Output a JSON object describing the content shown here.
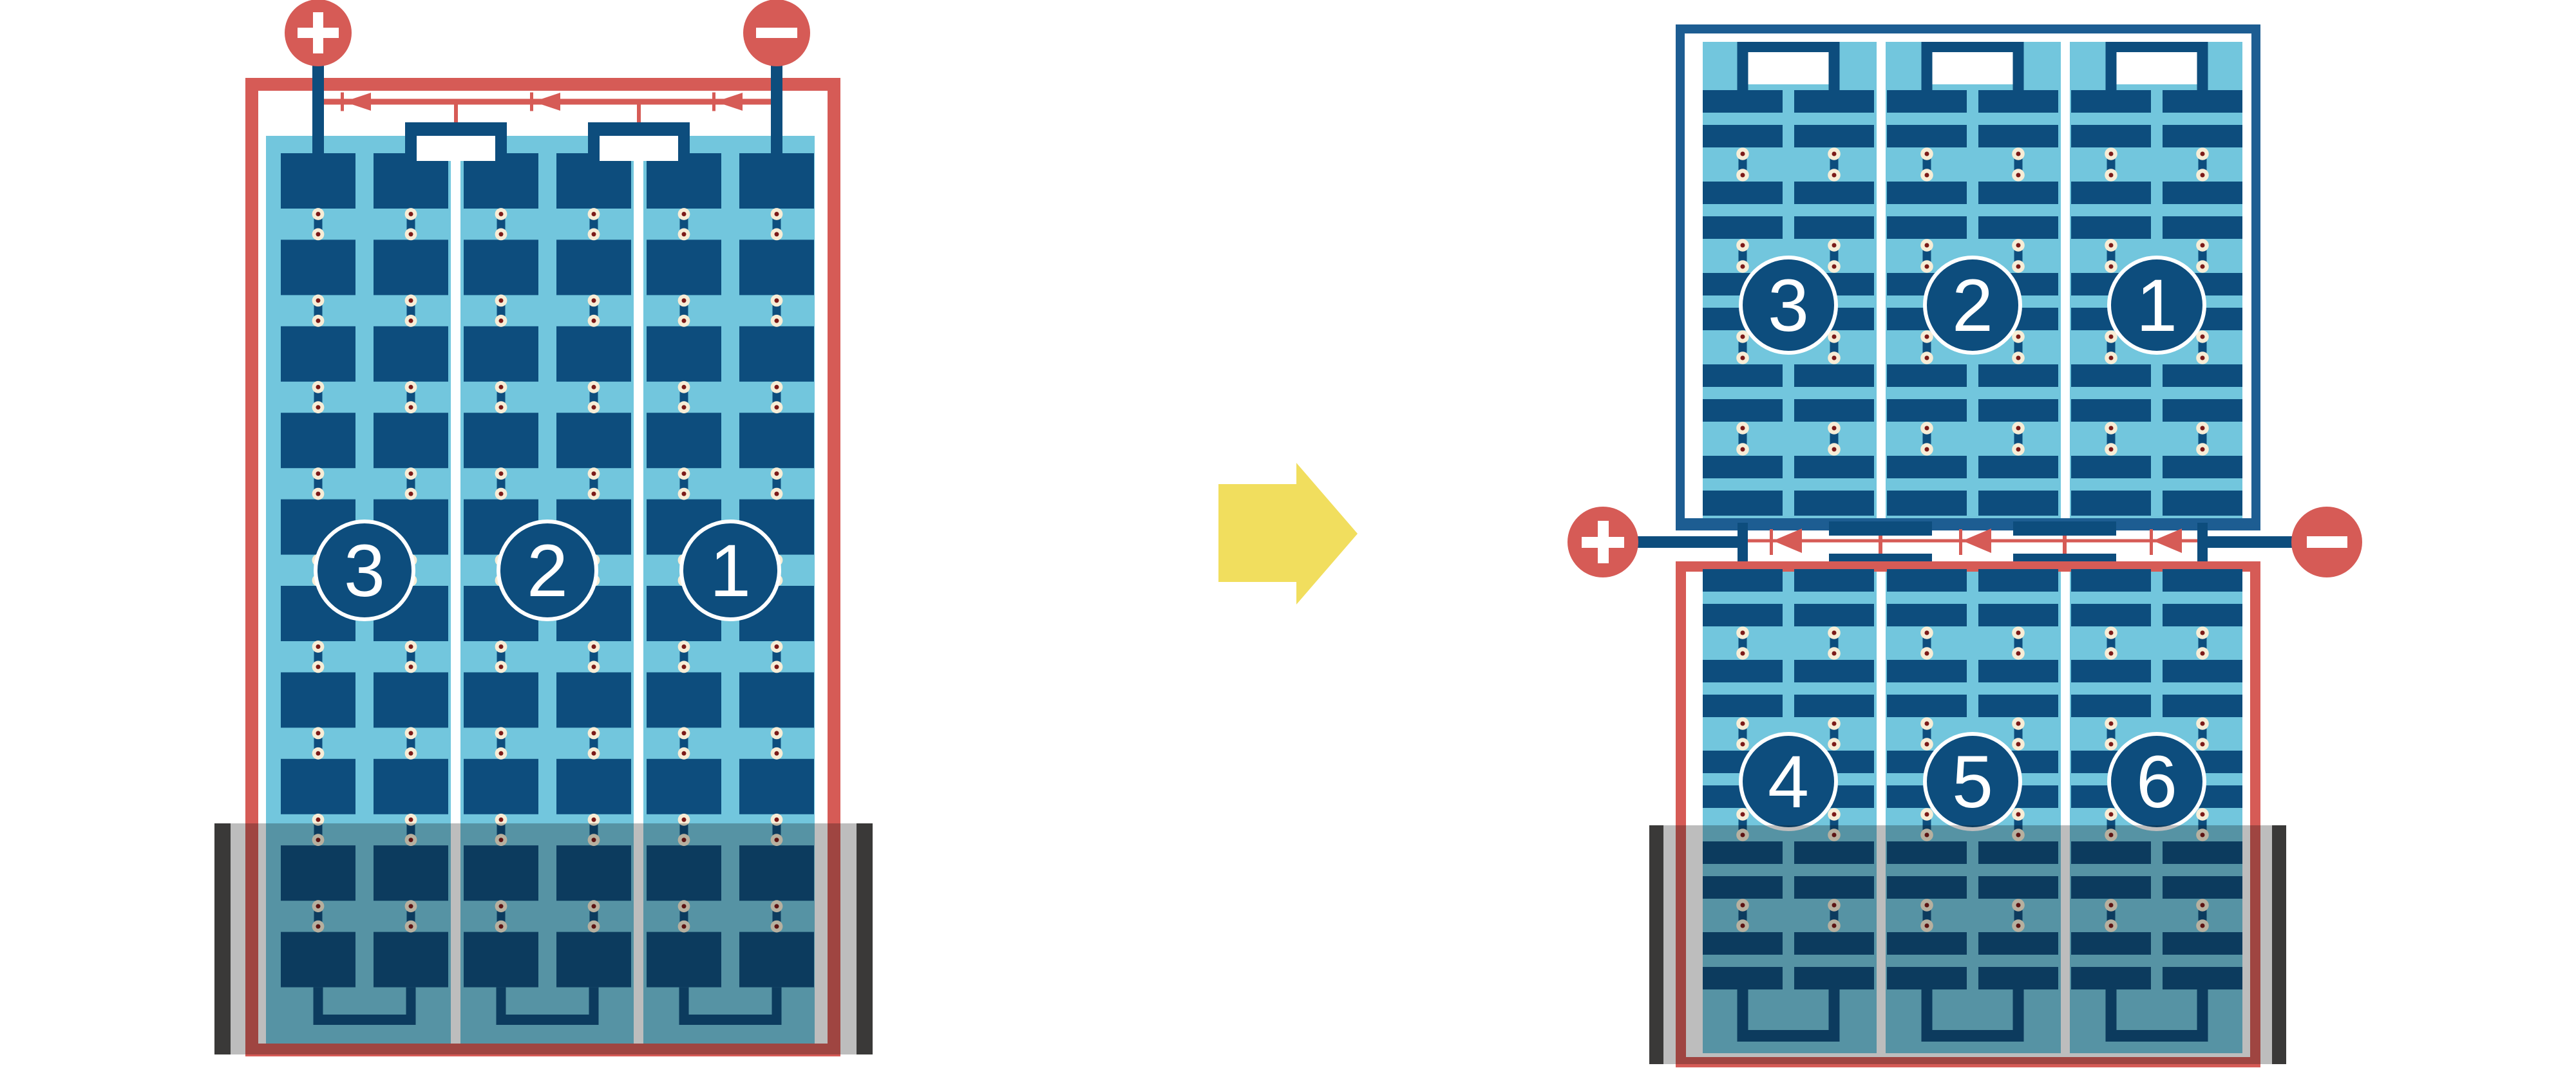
{
  "title": "Solar module bypass diode wiring: standard full-cell module vs split half-cell module",
  "colors": {
    "red": "#d65b56",
    "navy": "#0d4d7d",
    "border_blue": "#1d5d92",
    "sky": "#72c6dd",
    "cream": "#f7edd6",
    "dot_red": "#7c1a18",
    "charcoal": "#3a3938",
    "shade": "rgba(10,10,10,0.27)",
    "yellow": "#f1de5e",
    "white": "#ffffff"
  },
  "left_module": {
    "positive_terminal": "+",
    "negative_terminal": "−",
    "bypass_diodes": 3,
    "columns": 6,
    "cell_rows": 10,
    "substrings": [
      {
        "label": "3"
      },
      {
        "label": "2"
      },
      {
        "label": "1"
      }
    ]
  },
  "arrow": {
    "direction": "right"
  },
  "right_module": {
    "positive_terminal": "+",
    "negative_terminal": "−",
    "bypass_diodes": 3,
    "columns": 6,
    "half_cell_rows_per_half": 10,
    "top_half_substrings": [
      {
        "label": "3"
      },
      {
        "label": "2"
      },
      {
        "label": "1"
      }
    ],
    "bottom_half_substrings": [
      {
        "label": "4"
      },
      {
        "label": "5"
      },
      {
        "label": "6"
      }
    ]
  },
  "shade": {
    "covers": "bottom of both modules"
  }
}
